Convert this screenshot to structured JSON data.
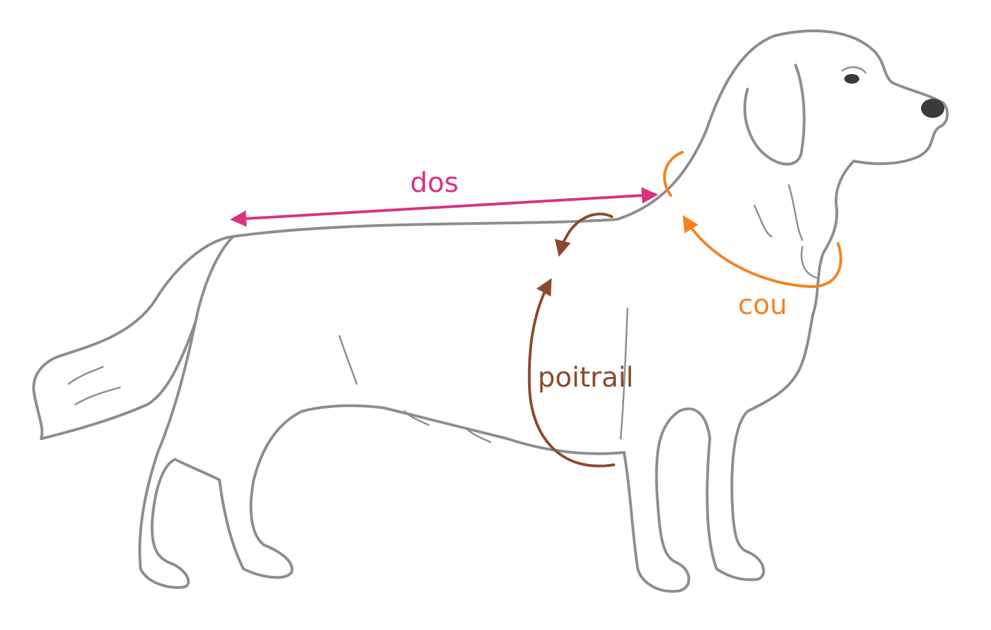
{
  "labels": {
    "back": "dos",
    "neck": "cou",
    "chest": "poitrail"
  },
  "colors": {
    "outline": "#8d8d8f",
    "back": "#d9327f",
    "neck": "#f5821f",
    "chest": "#8b4a2d",
    "nose": "#3a3a3c"
  }
}
